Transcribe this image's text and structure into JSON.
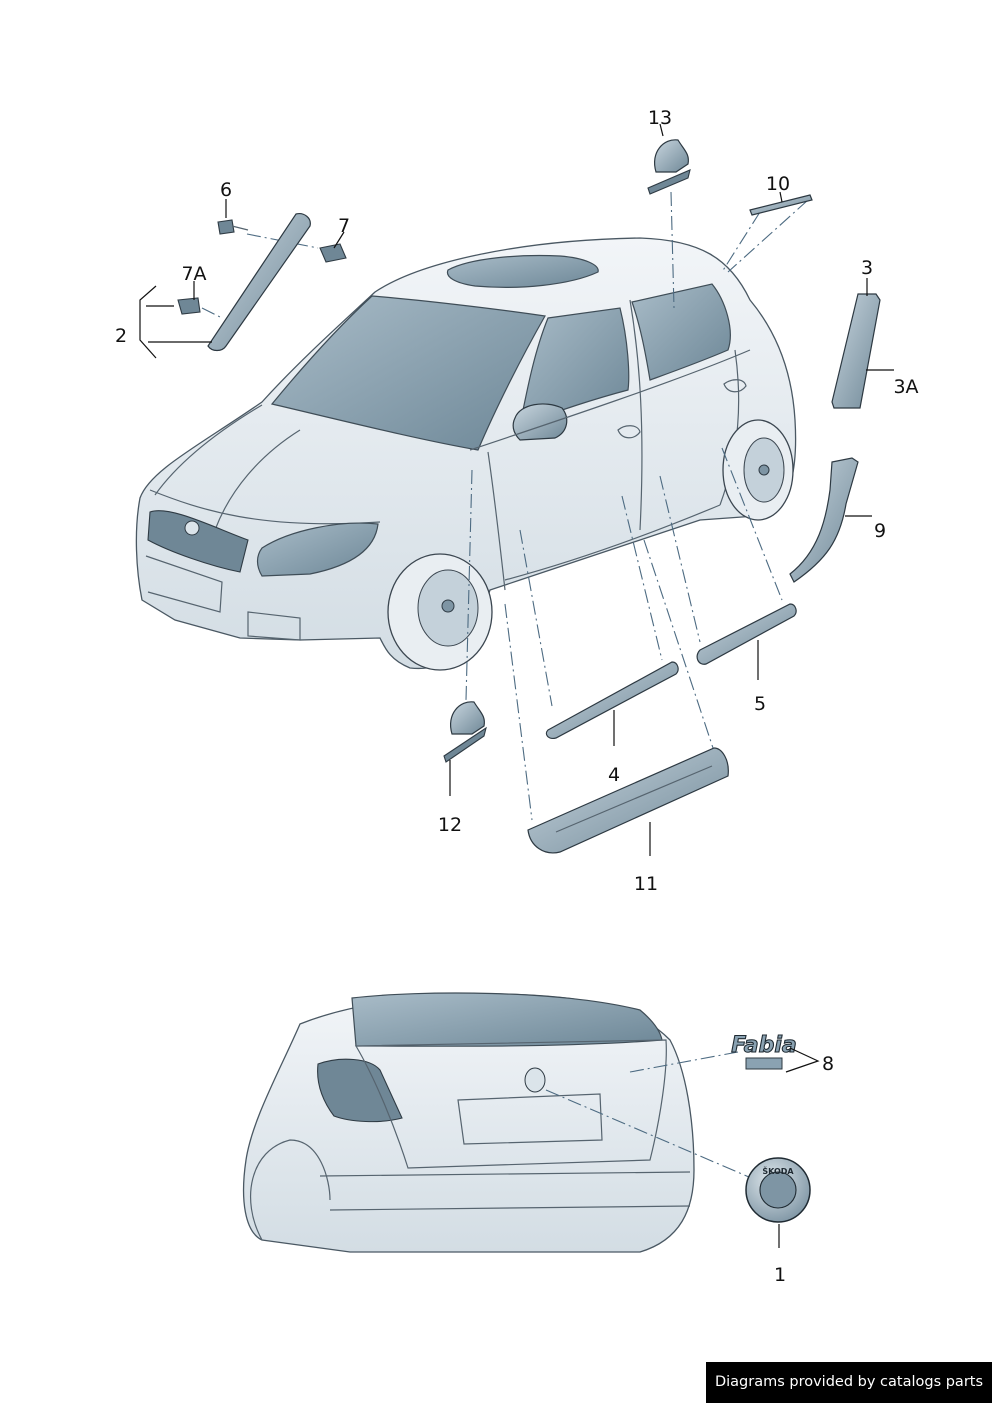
{
  "callouts": {
    "c1": "1",
    "c2": "2",
    "c3": "3",
    "c3a": "3A",
    "c4": "4",
    "c5": "5",
    "c6": "6",
    "c7": "7",
    "c7a": "7A",
    "c8": "8",
    "c9": "9",
    "c10": "10",
    "c11": "11",
    "c12": "12",
    "c13": "13"
  },
  "emblem": {
    "model_lettering": "Fabia",
    "badge_lettering": "ŠKODA"
  },
  "credit": "Diagrams provided by catalogs parts",
  "colors": {
    "line": "#111111",
    "leader_dash": "#4d6b82",
    "part_fill": "#8aa2b2",
    "credit_bg": "#000000"
  }
}
